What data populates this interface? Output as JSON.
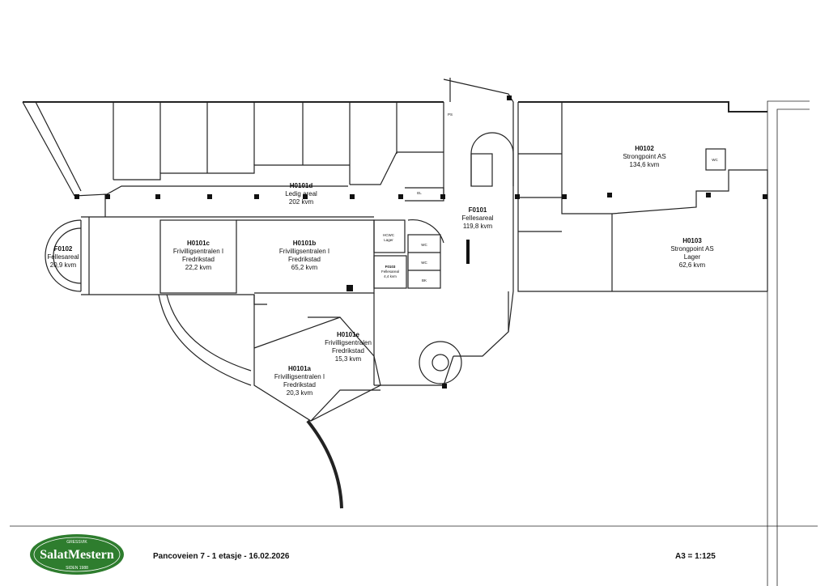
{
  "rooms": [
    {
      "id": "H0101d",
      "line2": "Ledig areal",
      "line3": "202 kvm"
    },
    {
      "id": "F0101",
      "line2": "Fellesareal",
      "line3": "119,8 kvm"
    },
    {
      "id": "H0102",
      "line2": "Strongpoint AS",
      "line3": "134,6 kvm"
    },
    {
      "id": "F0102",
      "line2": "Fellesareal",
      "line3": "20,9 kvm"
    },
    {
      "id": "H0101c",
      "line2": "Frivilligsentralen I",
      "line3": "Fredrikstad",
      "line4": "22,2 kvm"
    },
    {
      "id": "H0101b",
      "line2": "Frivilligsentralen I",
      "line3": "Fredrikstad",
      "line4": "65,2 kvm"
    },
    {
      "id": "H0103",
      "line2": "Strongpoint AS",
      "line3": "Lager",
      "line4": "62,6 kvm"
    },
    {
      "id": "H0101e",
      "line2": "Frivilligsentralen",
      "line3": "Fredrikstad",
      "line4": "15,3 kvm"
    },
    {
      "id": "H0101a",
      "line2": "Frivilligsentralen I",
      "line3": "Fredrikstad",
      "line4": "20,3 kvm"
    },
    {
      "id": "F0103",
      "line2": "Fellesareal",
      "line3": "4,4 kvm"
    }
  ],
  "small_labels": {
    "wc_h0102": "WC",
    "hcwc_1": "HCWC",
    "hcwc_2": "Lager",
    "wc1": "WC",
    "wc2": "WC",
    "bk": "BK",
    "el": "EL",
    "ps": "PS"
  },
  "footer": {
    "title": "Pancoveien 7 - 1 etasje - 16.02.2026",
    "scale": "A3 = 1:125"
  },
  "logo": {
    "top_text": "GRESSVIK",
    "brand": "SalatMestern",
    "bottom_text": "SIDEN 1988",
    "color": "#2e7d2e"
  }
}
